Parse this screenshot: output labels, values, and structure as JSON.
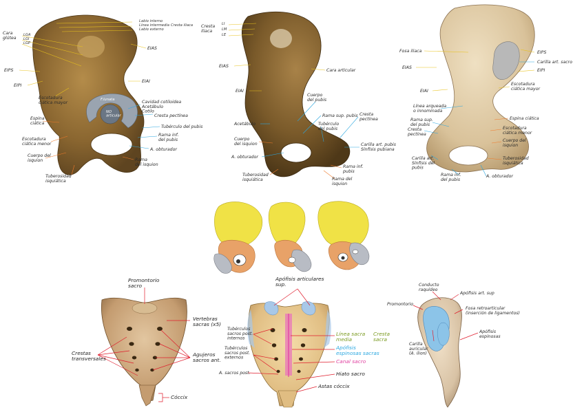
{
  "colors": {
    "yellow_line": "#e8c21c",
    "blue_line": "#2aa7e0",
    "red_line": "#e01c2c",
    "orange_line": "#f07a2a",
    "bone_dark": "#8a6a32",
    "bone_light": "#e6d2ac",
    "ilium_yellow": "#f0e246",
    "pubis_orange": "#e8a268",
    "ischium_gray": "#b8bcc4",
    "magenta_line": "#e040a0",
    "green_text": "#7a9a20"
  },
  "panel1": {
    "cara_glutea": "Cara\nglútea",
    "lga": "LGA",
    "lgi": "LGI",
    "lgp": "LGP",
    "labio_interno": "Labio interno",
    "linea_intermedia": "Línea intermedia",
    "labio_externo": "Labio externo",
    "cresta_iliaca": "Cresta iliaca",
    "eias": "EIAS",
    "eips": "EIPS",
    "eipi": "EIPI",
    "eiai": "EIAI",
    "escotadura_ciatica_mayor": "Escotadura\nciática mayor",
    "espina_ciatica": "Espina\nciática",
    "escotadura_ciatica_menor": "Escotadura\nciática menor",
    "cuerpo_isquion": "Cuerpo del\nisquion",
    "tuberosidad_isquiatica": "Tuberosidad\nisquiática",
    "facies_lunata": "F.lunata",
    "no_articular": "NO\narticular",
    "cavidad_cotiloidea": "Cavidad cotiloidea\nAcetábulo\nCotilo",
    "cresta_pectinea": "Cresta pectínea",
    "tuberculo_pubis": "Tubérculo del pubis",
    "rama_inf_pubis": "Rama inf.\ndel pubis",
    "agujero_obturador": "A. obturador",
    "rama_isquion": "Rama\ndel isquion"
  },
  "panel2": {
    "cresta_iliaca": "Cresta\niliaca",
    "li": "LI",
    "lm": "LM",
    "le": "LE",
    "eias": "EIAS",
    "cara_articular": "Cara articular",
    "eiai": "EIAI",
    "cuerpo_pubis": "Cuerpo\ndel pubis",
    "acetabulo": "Acetábulo",
    "rama_sup_pubis": "Rama sup. pubis",
    "cresta_pectinea": "Cresta\npectínea",
    "tuberculo_pubis": "Tubérculo\ndel pubis",
    "cuerpo_isquion": "Cuerpo\ndel isquion",
    "agujero_obturador": "A. obturador",
    "carilla_sinfisis": "Carilla art. pubis\nSínfisis pubiana",
    "tuberosidad_isquiatica": "Tuberosidad\nisquiática",
    "rama_inf_pubis": "Rama inf.\npubis",
    "rama_isquion": "Rama del\nisquion"
  },
  "panel3": {
    "fosa_iliaca": "Fosa iliaca",
    "eips": "EIPS",
    "eias": "EIAS",
    "carilla_sacro": "Carilla art. sacro",
    "eipi": "EIPI",
    "eiai": "EIAI",
    "escotadura_mayor": "Escotadura\nciática mayor",
    "linea_arqueada": "Línea arqueada\no innominada",
    "espina_ciatica": "Espina ciática",
    "rama_sup_pubis": "Rama sup.\ndel pubis",
    "cresta_pectinea": "Cresta\npectínea",
    "escotadura_menor": "Escotadura\nciática menor",
    "cuerpo_isquion": "Cuerpo del\nisquion",
    "carilla_sinfisis": "Carilla art.\nSínfisis del\npubis",
    "tuberosidad": "Tuberosidad\nisquiática",
    "rama_inf_pubis": "Rama inf.\ndel pubis",
    "agujero_obturador": "A. obturador"
  },
  "panel5": {
    "promontorio": "Promontorio\nsacro",
    "vertebras_sacras": "Vertebras\nsacras (x5)",
    "crestas_transversales": "Crestas\ntransversales",
    "agujeros_sacros": "Agujeros\nsacros ant.",
    "coccix": "Cóccix"
  },
  "panel6": {
    "apofisis_articulares": "Apófisis articulares\nsup.",
    "tuberculos_internos": "Tubérculos\nsacros post.\ninternos",
    "tuberculos_externos": "Tubérculos\nsacros post.\nexternos",
    "agujeros_post": "A. sacros post.",
    "linea_sacra_media": "Línea sacra\nmedia",
    "cresta_sacra": "Cresta\nsacra",
    "apofisis_espinosas": "Apófisis\nespinosas sacras",
    "canal_sacro": "Canal sacro",
    "hiato_sacro": "Hiato sacro",
    "astas_coccix": "Astas cóccix"
  },
  "panel7": {
    "conducto_raquideo": "Conducto\nraquídeo",
    "apofisis_art_sup": "Apófisis art. sup",
    "promontorio": "Promontorio",
    "fosa_retroarticular": "Fosa retroarticular\n(inserción de ligamentos)",
    "carilla_auricular": "Carilla\nauricular\n(A. ilion)",
    "apofisis_espinosas": "Apófisis\nespinosas"
  }
}
